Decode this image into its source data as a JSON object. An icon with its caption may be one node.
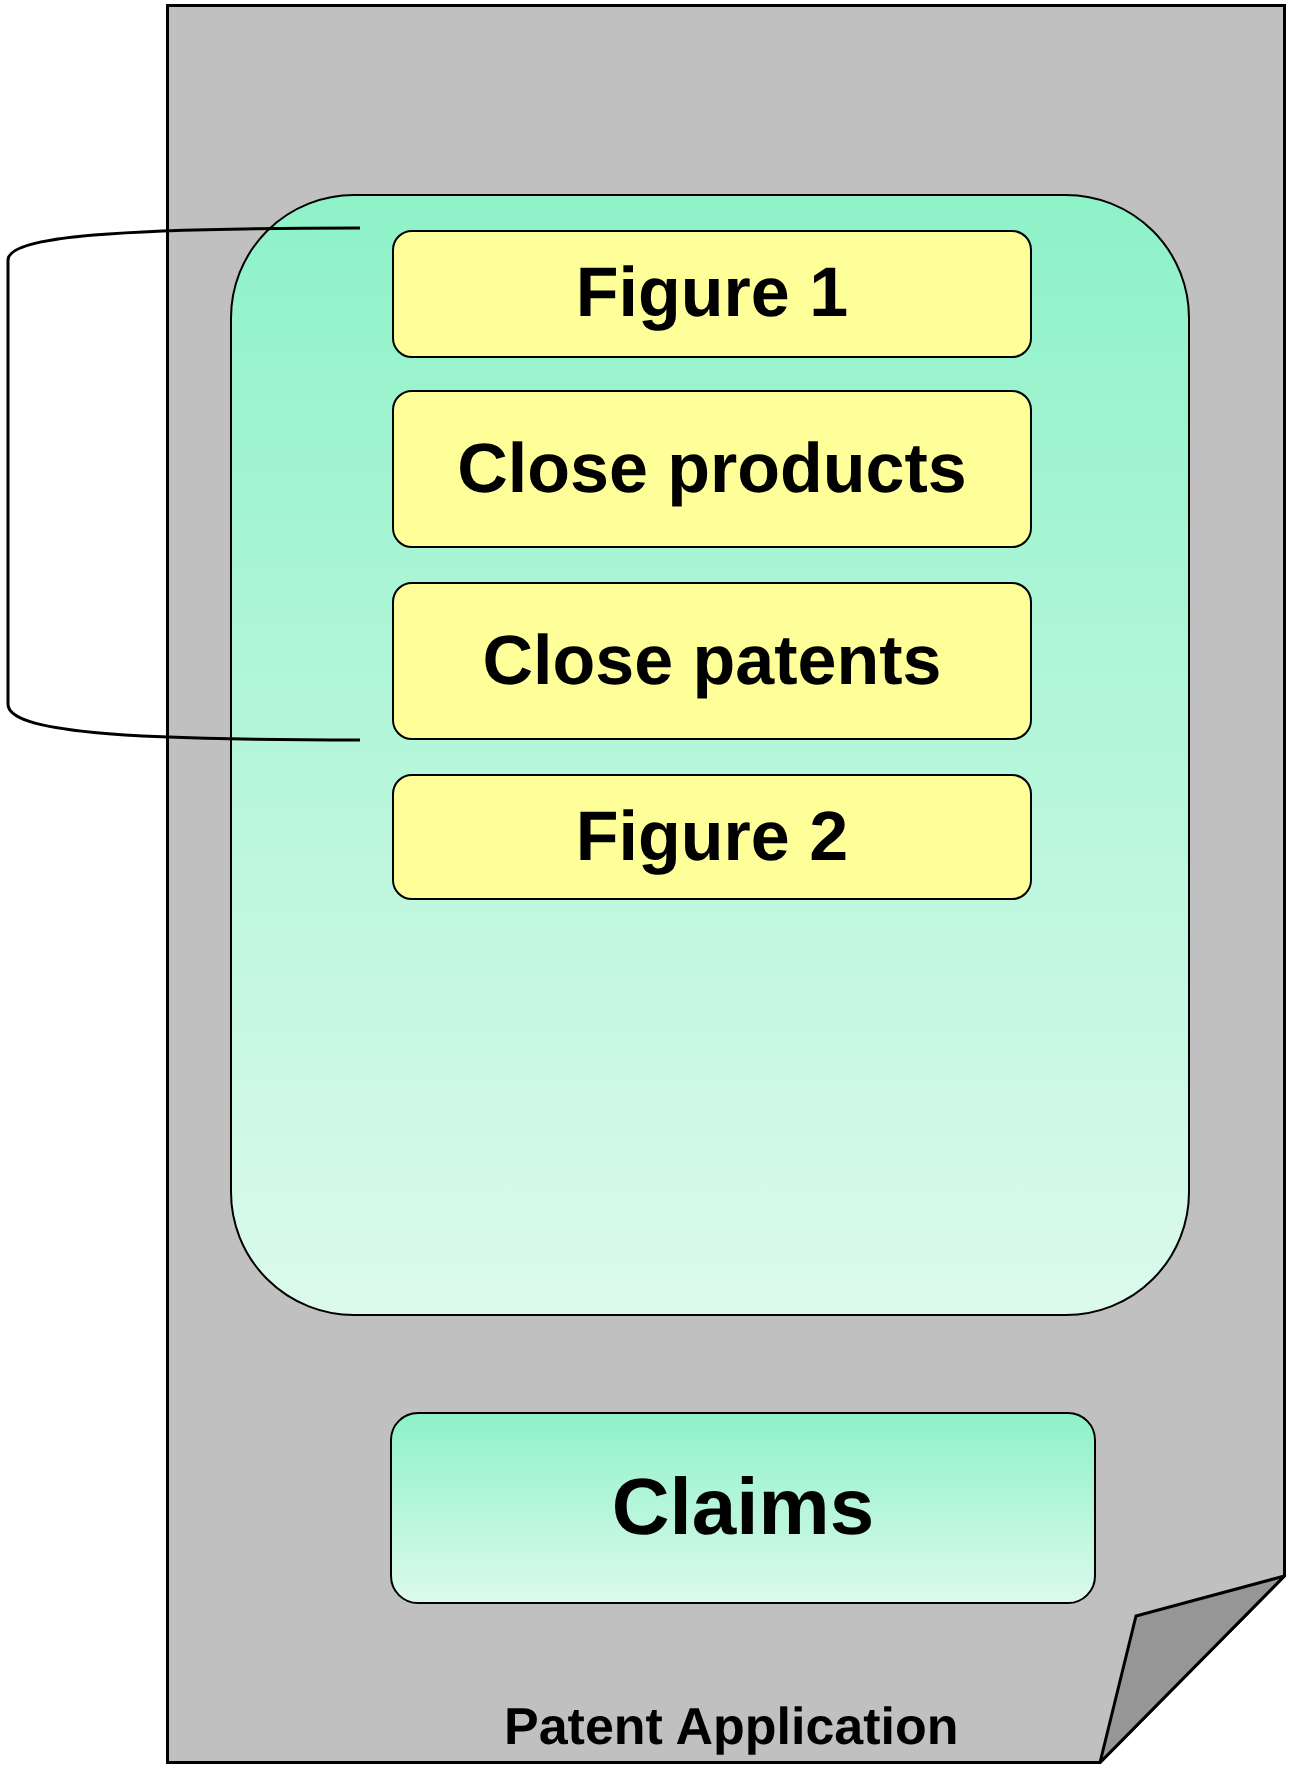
{
  "diagram": {
    "nodes": [
      {
        "text": [
          "Patent Application"
        ]
      },
      {
        "text": [],
        "shape": "box",
        "in": 0
      },
      {
        "text": [
          "Figure 1"
        ],
        "in": 1
      },
      {
        "text": [
          "Close products"
        ],
        "in": 1
      },
      {
        "text": [
          "Close patents"
        ],
        "in": 1
      },
      {
        "text": [
          "Figure 2"
        ],
        "in": 1
      },
      {
        "text": [
          "Claims"
        ],
        "in": 0
      }
    ]
  }
}
